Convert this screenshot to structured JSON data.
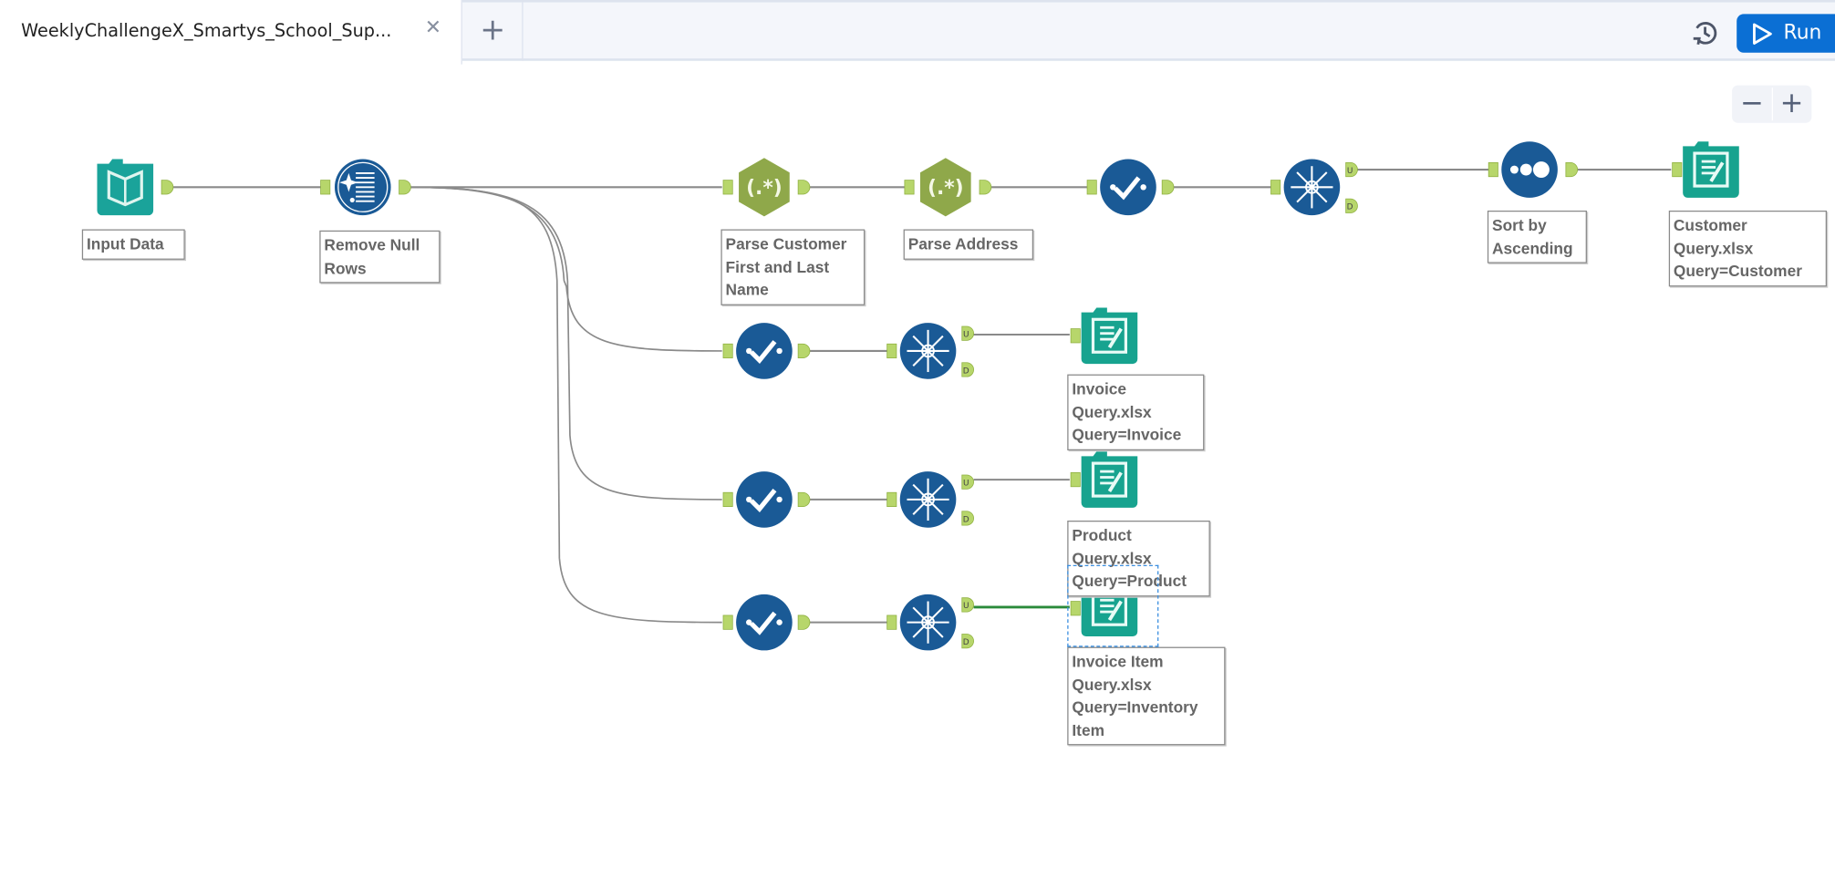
{
  "tabs": [
    {
      "label": "WeeklyChallengeX_Smartys_School_Sup...",
      "close_icon": "close-icon",
      "active": true
    }
  ],
  "new_tab_label": "+",
  "toolbar": {
    "history_icon": "history-icon",
    "run_label": "Run",
    "run_icon": "play-icon",
    "accent": "#0b6fd4"
  },
  "zoom": {
    "out_label": "−",
    "in_label": "+"
  },
  "colors": {
    "input": "#1aa39a",
    "output": "#17a38f",
    "regex": "#8fa84a",
    "blue_tool": "#1a5a96",
    "anchor": "#b7d66b",
    "connection": "#8a8a8a",
    "selected_connection": "#2a8a3a",
    "selection_box": "#3a8ee0"
  },
  "nodes": [
    {
      "id": "input",
      "type": "input-data",
      "icon": "book-icon",
      "label": "Input Data"
    },
    {
      "id": "cleanse",
      "type": "data-cleansing",
      "icon": "cleanse-icon",
      "label": "Remove Null\nRows"
    },
    {
      "id": "regex1",
      "type": "regex",
      "icon": "regex-icon",
      "label": "Parse Customer\nFirst and Last\nName"
    },
    {
      "id": "regex2",
      "type": "regex",
      "icon": "regex-icon",
      "label": "Parse Address"
    },
    {
      "id": "select1",
      "type": "select",
      "icon": "check-icon",
      "label": ""
    },
    {
      "id": "unique1",
      "type": "unique",
      "icon": "snowflake-icon",
      "label": ""
    },
    {
      "id": "sort",
      "type": "sort",
      "icon": "sort-dots-icon",
      "label": "Sort by\nAscending"
    },
    {
      "id": "out1",
      "type": "output-data",
      "icon": "output-icon",
      "label": "Customer\nQuery.xlsx\nQuery=Customer"
    },
    {
      "id": "select2",
      "type": "select",
      "icon": "check-icon",
      "label": ""
    },
    {
      "id": "unique2",
      "type": "unique",
      "icon": "snowflake-icon",
      "label": ""
    },
    {
      "id": "out2",
      "type": "output-data",
      "icon": "output-icon",
      "label": "Invoice\nQuery.xlsx\nQuery=Invoice"
    },
    {
      "id": "select3",
      "type": "select",
      "icon": "check-icon",
      "label": ""
    },
    {
      "id": "unique3",
      "type": "unique",
      "icon": "snowflake-icon",
      "label": ""
    },
    {
      "id": "out3",
      "type": "output-data",
      "icon": "output-icon",
      "label": "Product\nQuery.xlsx\nQuery=Product"
    },
    {
      "id": "select4",
      "type": "select",
      "icon": "check-icon",
      "label": ""
    },
    {
      "id": "unique4",
      "type": "unique",
      "icon": "snowflake-icon",
      "label": ""
    },
    {
      "id": "out4",
      "type": "output-data",
      "icon": "output-icon",
      "label": "Invoice Item\nQuery.xlsx\nQuery=Inventory\nItem",
      "selected": true
    }
  ]
}
